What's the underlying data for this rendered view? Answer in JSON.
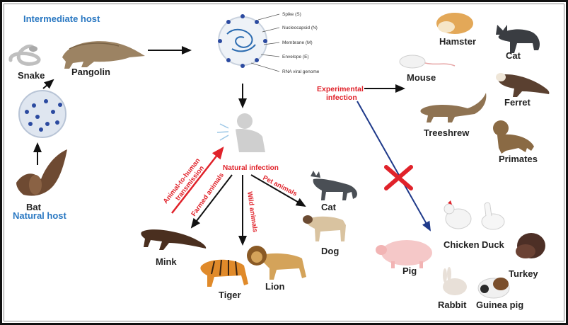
{
  "hosts": {
    "intermediate": "Intermediate host",
    "natural": "Natural host"
  },
  "animals": {
    "snake": "Snake",
    "pangolin": "Pangolin",
    "bat": "Bat",
    "hamster": "Hamster",
    "cat_exp": "Cat",
    "mouse": "Mouse",
    "ferret": "Ferret",
    "treeshrew": "Treeshrew",
    "primates": "Primates",
    "cat_pet": "Cat",
    "dog": "Dog",
    "mink": "Mink",
    "tiger": "Tiger",
    "lion": "Lion",
    "pig": "Pig",
    "chicken": "Chicken",
    "duck": "Duck",
    "turkey": "Turkey",
    "rabbit": "Rabbit",
    "guinea_pig": "Guinea pig"
  },
  "virus_parts": [
    "Spike (S)",
    "Nucleocapsid (N)",
    "Membrane (M)",
    "Envelope (E)",
    "RNA viral genome"
  ],
  "pathways": {
    "experimental_line1": "Experimental",
    "experimental_line2": "infection",
    "natural_infection": "Natural infection",
    "a2h_line1": "Animal-to-human",
    "a2h_line2": "transmission",
    "farmed": "Farmed animals",
    "wild": "Wild animals",
    "pet": "Pet animals"
  },
  "colors": {
    "host_label": "#2a78c2",
    "pathway_label": "#e0222a",
    "arrow": "#111111",
    "blue_arrow": "#1f3a8a",
    "red_cross": "#e0222a"
  }
}
